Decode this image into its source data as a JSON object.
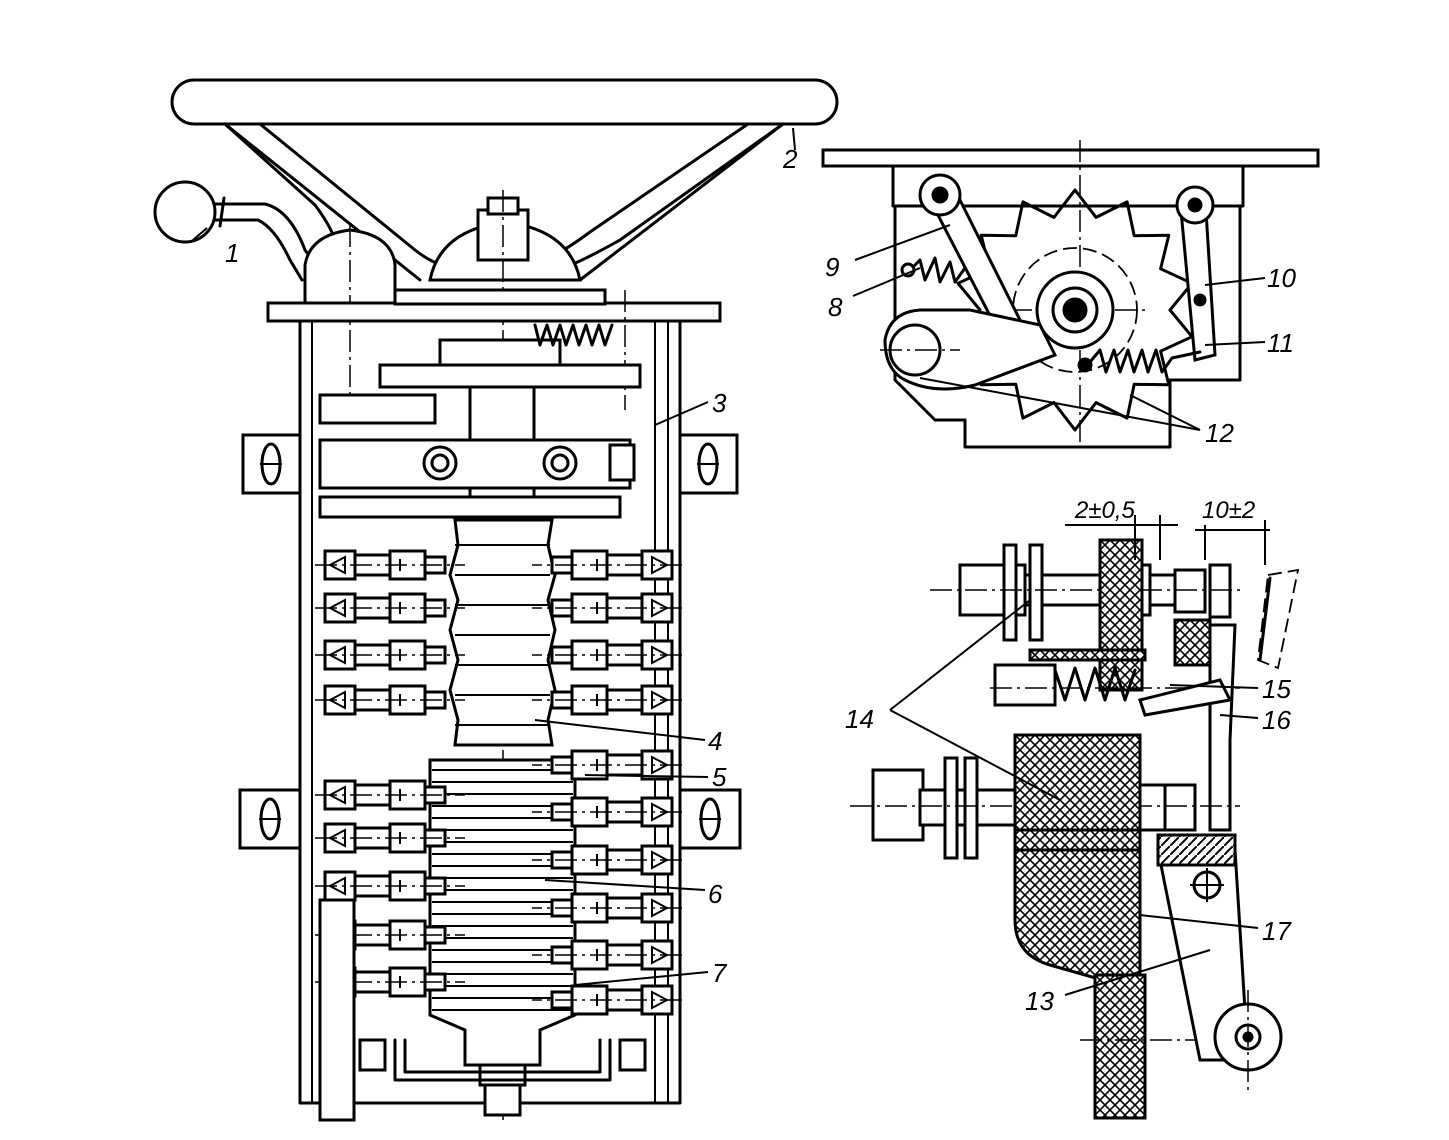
{
  "callouts": {
    "c1": "1",
    "c2": "2",
    "c3": "3",
    "c4": "4",
    "c5": "5",
    "c6": "6",
    "c7": "7",
    "c8": "8",
    "c9": "9",
    "c10": "10",
    "c11": "11",
    "c12": "12",
    "c13": "13",
    "c14": "14",
    "c15": "15",
    "c16": "16",
    "c17": "17"
  },
  "dimensions": {
    "gap": "2±0,5",
    "travel": "10±2"
  }
}
